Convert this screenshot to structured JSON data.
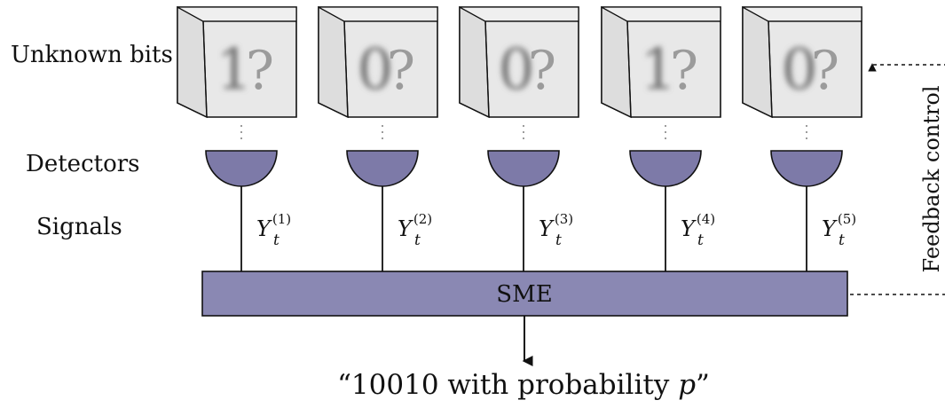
{
  "labels": {
    "unknown_bits": "Unknown bits",
    "detectors": "Detectors",
    "signals": "Signals",
    "feedback": "Feedback control",
    "sme": "SME",
    "output_prefix": "“10010 with probability ",
    "output_var": "p",
    "output_suffix": "”"
  },
  "bits": [
    {
      "digit": "1",
      "mark": "?"
    },
    {
      "digit": "0",
      "mark": "?"
    },
    {
      "digit": "0",
      "mark": "?"
    },
    {
      "digit": "1",
      "mark": "?"
    },
    {
      "digit": "0",
      "mark": "?"
    }
  ],
  "signals": [
    {
      "var": "Y",
      "sup": "(1)",
      "sub": "t"
    },
    {
      "var": "Y",
      "sup": "(2)",
      "sub": "t"
    },
    {
      "var": "Y",
      "sup": "(3)",
      "sub": "t"
    },
    {
      "var": "Y",
      "sup": "(4)",
      "sub": "t"
    },
    {
      "var": "Y",
      "sup": "(5)",
      "sub": "t"
    }
  ],
  "colors": {
    "box_front": "#e8e8e8",
    "box_side": "#dddddd",
    "box_top": "#efefef",
    "detector": "#7d7aa8",
    "sme_bar": "#8a88b3",
    "stroke": "#111111",
    "blur_digit": "#6d6d6d",
    "question_mark": "#9b9b9b"
  }
}
